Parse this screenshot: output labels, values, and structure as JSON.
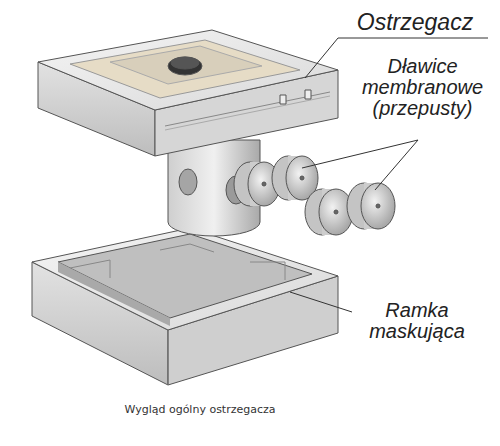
{
  "diagram": {
    "caption": "Wygląd ogólny ostrzegacza",
    "labels": [
      "Ostrzegacz",
      "Dławice membranowe (przepusty)",
      "Ramka maskująca"
    ]
  }
}
